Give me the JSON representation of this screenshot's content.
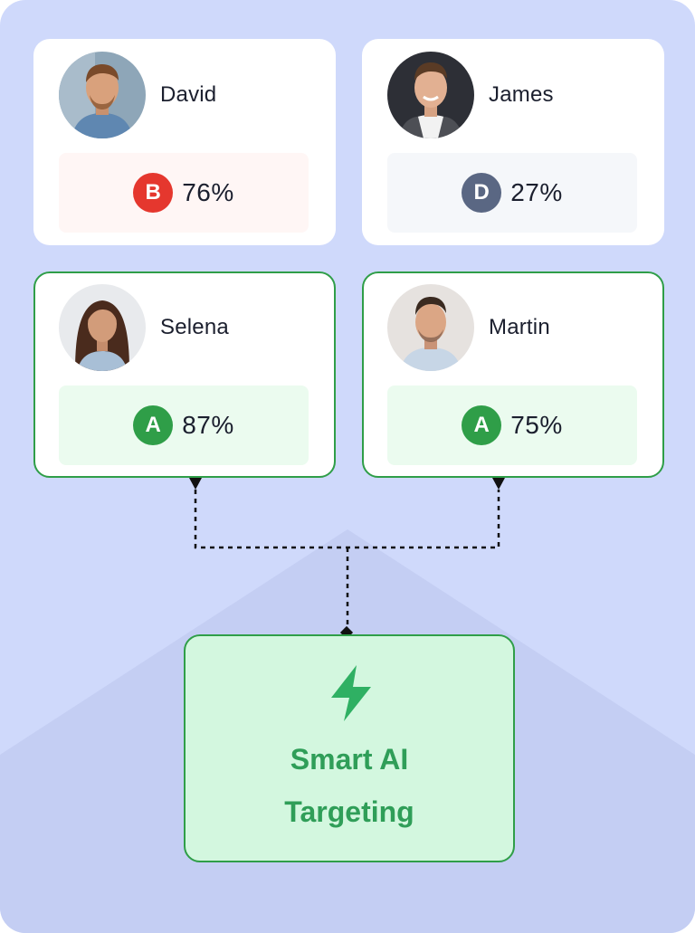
{
  "colors": {
    "background": "#cfd9fb",
    "selected_border": "#2f9e48",
    "target_fill": "#d3f7df",
    "target_text": "#2f9e58"
  },
  "candidates": [
    {
      "name": "David",
      "grade": "B",
      "score": "76%",
      "selected": false,
      "grade_color": "#e5372e",
      "box_color": "#fff6f5"
    },
    {
      "name": "James",
      "grade": "D",
      "score": "27%",
      "selected": false,
      "grade_color": "#5a6783",
      "box_color": "#f5f7fa"
    },
    {
      "name": "Selena",
      "grade": "A",
      "score": "87%",
      "selected": true,
      "grade_color": "#2f9e48",
      "box_color": "#ebfbef"
    },
    {
      "name": "Martin",
      "grade": "A",
      "score": "75%",
      "selected": true,
      "grade_color": "#2f9e48",
      "box_color": "#ebfbef"
    }
  ],
  "target": {
    "icon": "lightning-bolt-icon",
    "title_line1": "Smart AI",
    "title_line2": "Targeting"
  }
}
